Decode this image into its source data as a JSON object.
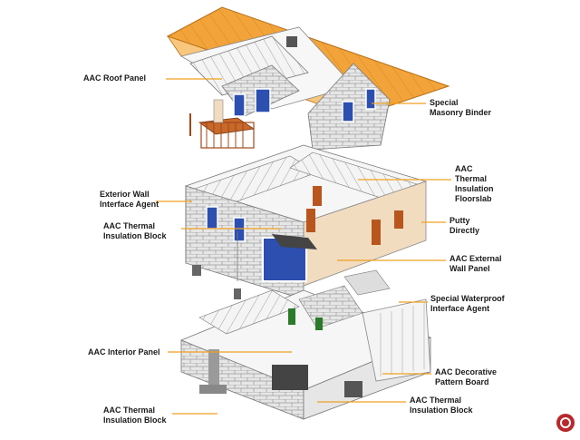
{
  "diagram": {
    "labels": {
      "roof_panel": "AAC Roof Panel",
      "masonry_binder": "Special\nMasonry Binder",
      "floorslab": "AAC\nThermal\nInsulation\nFloorslab",
      "exterior_agent": "Exterior Wall\nInterface Agent",
      "thermal_block_upper": "AAC Thermal\nInsulation Block",
      "putty": "Putty\nDirectly",
      "external_wall_panel": "AAC External\nWall Panel",
      "waterproof_agent": "Special Waterproof\nInterface Agent",
      "interior_panel": "AAC Interior Panel",
      "decorative_board": "AAC Decorative\nPattern Board",
      "thermal_block_lower_left": "AAC Thermal\nInsulation Block",
      "thermal_block_lower_right": "AAC Thermal\nInsulation Block"
    },
    "colors": {
      "leader": "#f0a020",
      "roof": "#f2a33a",
      "wall": "#ececec",
      "brick": "#dcdcdc",
      "window": "#2c4fb0",
      "door": "#b8561e",
      "floor": "#f6f6f6",
      "beige": "#f1dcc0",
      "dark": "#444444"
    }
  }
}
